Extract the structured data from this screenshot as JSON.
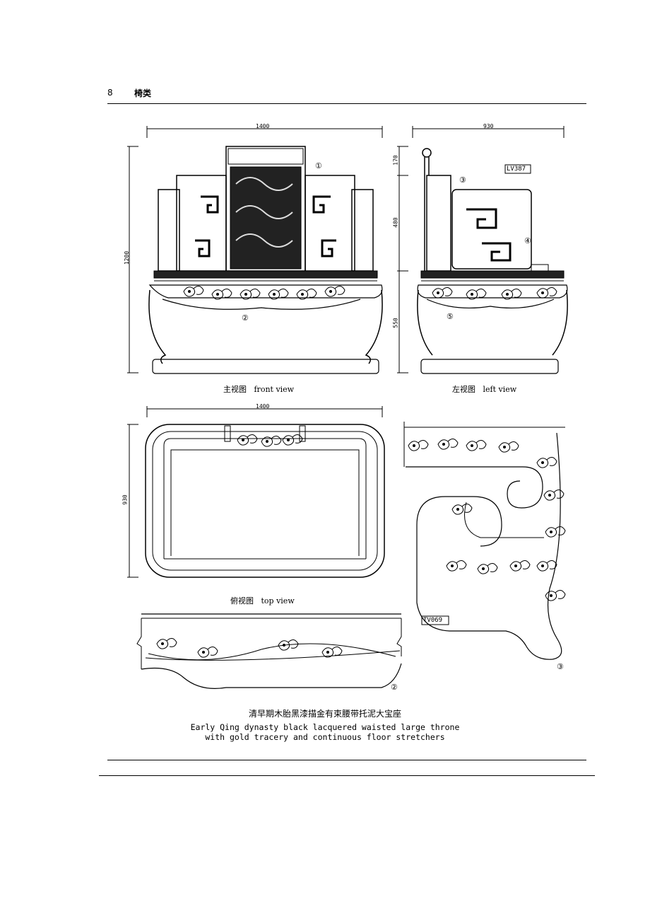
{
  "header": {
    "page_number": "8",
    "section": "椅类"
  },
  "views": {
    "front": {
      "caption": "主视图   front view",
      "width_dim": "1400",
      "height_dim": "1200",
      "callout_1": "①",
      "callout_2": "②"
    },
    "left": {
      "caption": "左视图   left view",
      "width_dim": "930",
      "dims": [
        "170",
        "480",
        "550"
      ],
      "code": "LV387",
      "callout_3": "③",
      "callout_4": "④",
      "callout_5": "⑤"
    },
    "top": {
      "caption": "俯视图   top view",
      "width_dim": "1400",
      "height_dim": "930"
    },
    "details": {
      "code": "TV069",
      "callout_2": "②",
      "callout_3": "③"
    }
  },
  "title": {
    "zh": "清早期木胎黑漆描金有束腰带托泥大宝座",
    "en_line1": "Early Qing dynasty black lacquered waisted large throne",
    "en_line2": "with gold tracery and continuous floor stretchers"
  }
}
